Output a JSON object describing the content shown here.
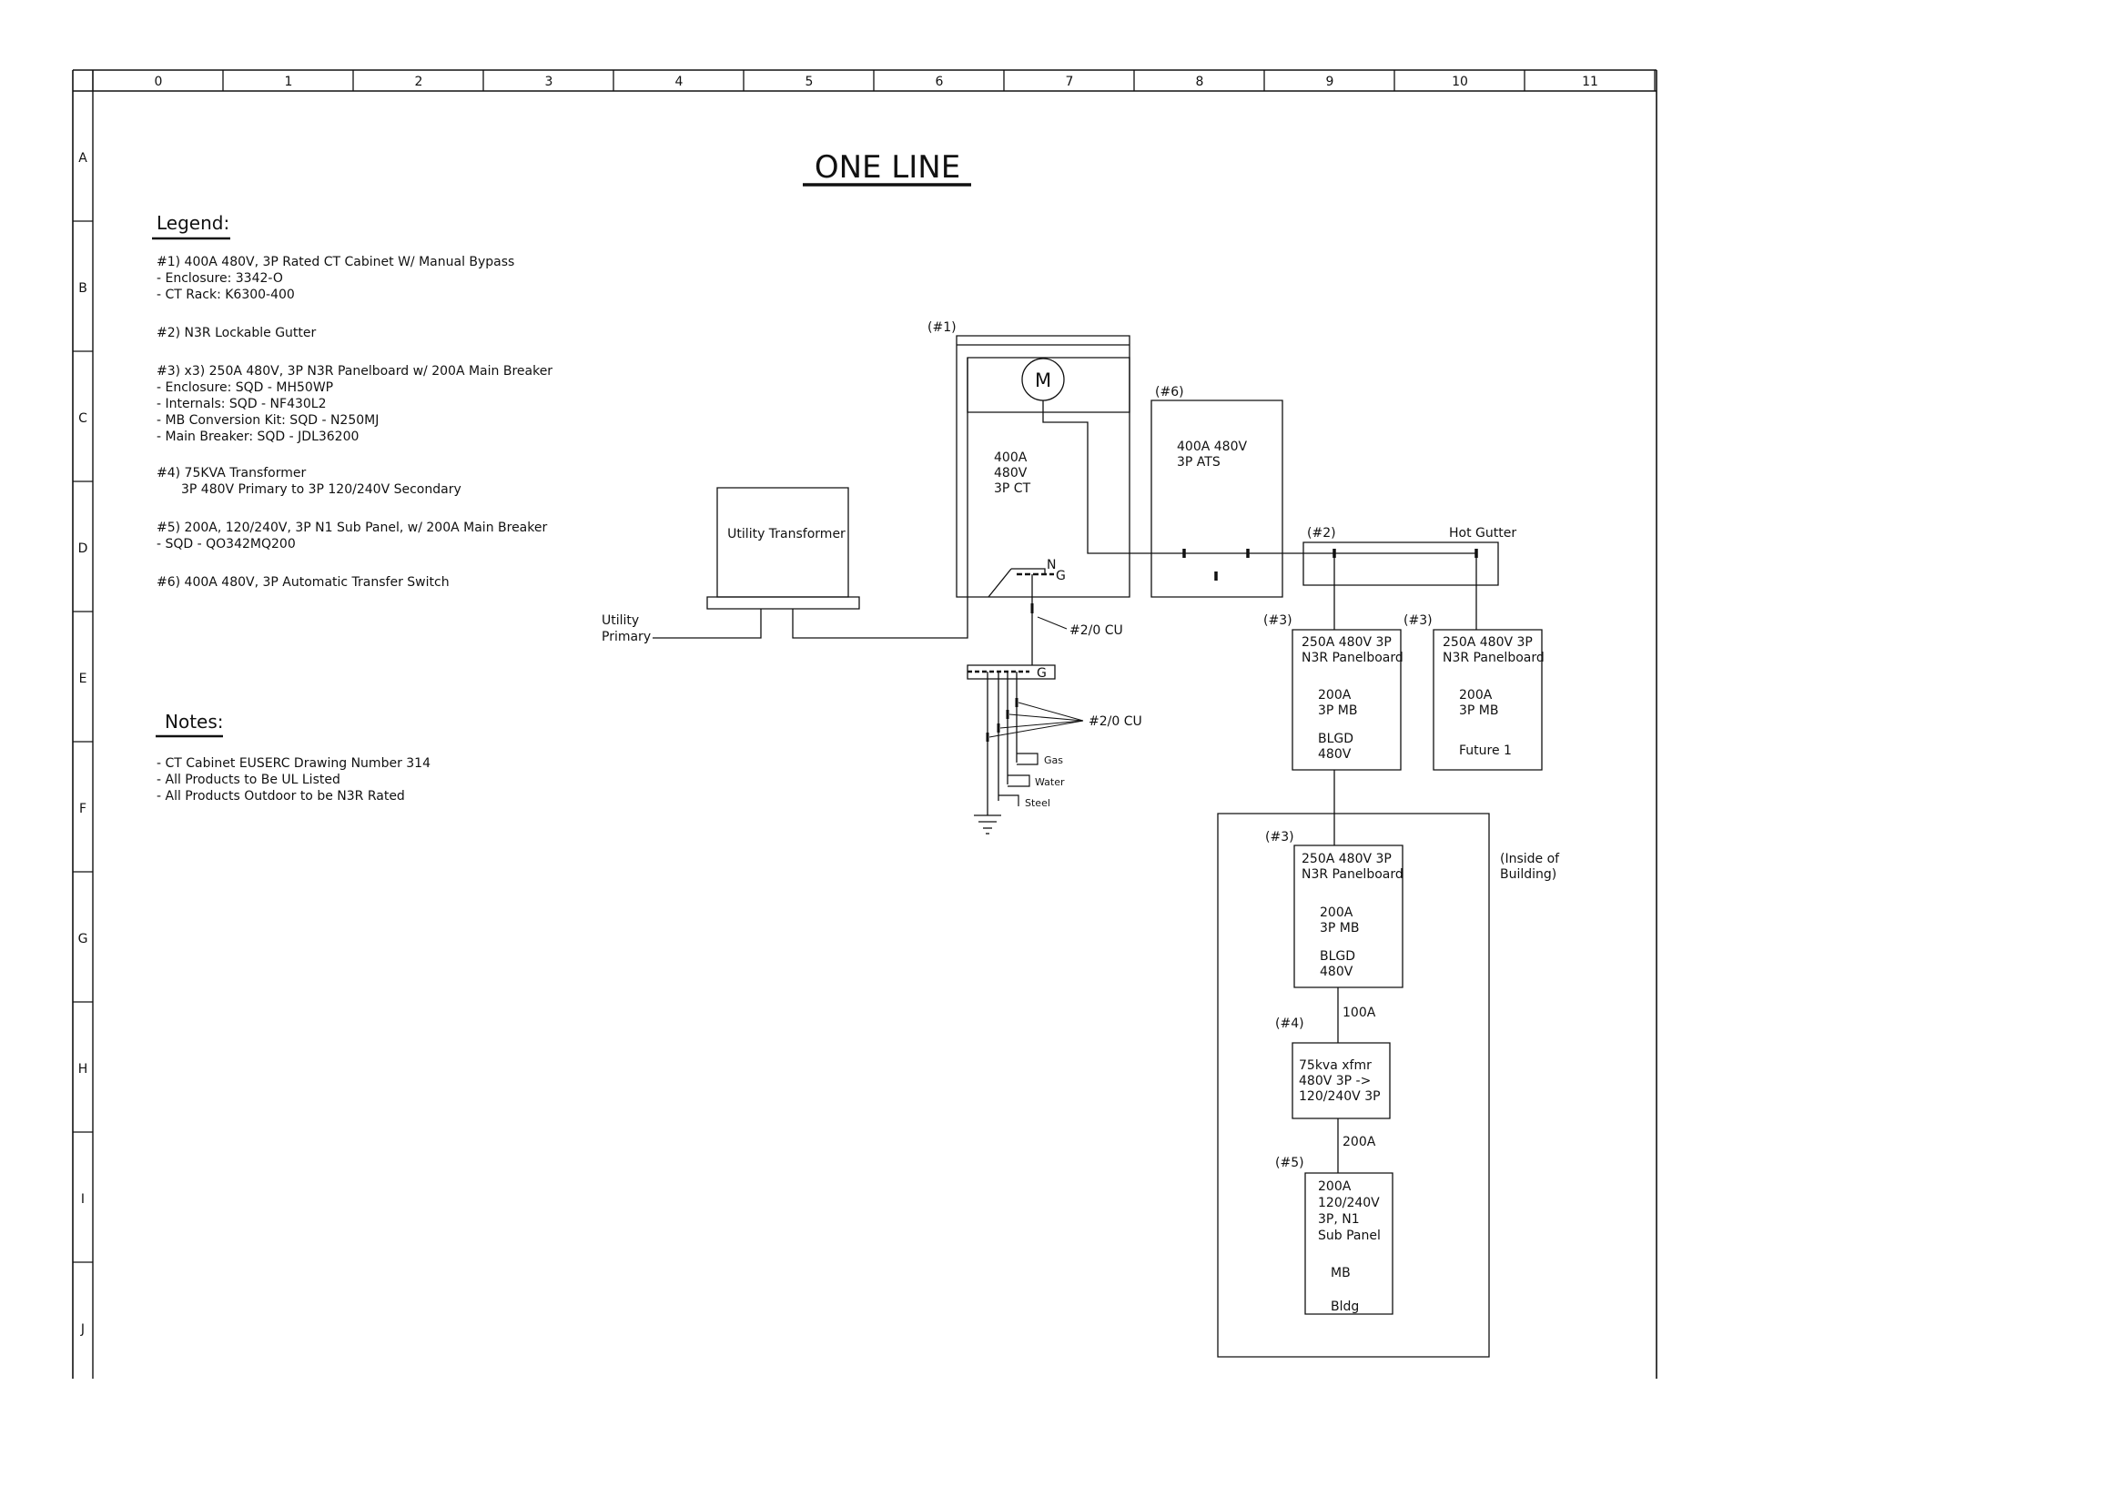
{
  "frame": {
    "columns": [
      "0",
      "1",
      "2",
      "3",
      "4",
      "5",
      "6",
      "7",
      "8",
      "9",
      "10",
      "11"
    ],
    "rows": [
      "A",
      "B",
      "C",
      "D",
      "E",
      "F",
      "G",
      "H",
      "I",
      "J"
    ]
  },
  "title": "ONE LINE",
  "legend": {
    "heading": "Legend:",
    "lines": [
      "#1) 400A 480V, 3P Rated CT Cabinet W/ Manual Bypass",
      "- Enclosure: 3342-O",
      "- CT Rack: K6300-400",
      "#2) N3R Lockable Gutter",
      "#3) x3) 250A 480V, 3P N3R Panelboard w/ 200A Main Breaker",
      "- Enclosure: SQD - MH50WP",
      "- Internals: SQD - NF430L2",
      "- MB Conversion Kit: SQD - N250MJ",
      "- Main Breaker: SQD - JDL36200",
      "#4) 75KVA Transformer",
      "3P 480V Primary to 3P 120/240V Secondary",
      "#5) 200A, 120/240V, 3P N1 Sub Panel, w/ 200A Main Breaker",
      "- SQD - QO342MQ200",
      "#6) 400A 480V, 3P Automatic Transfer Switch"
    ]
  },
  "notes": {
    "heading": "Notes:",
    "lines": [
      "- CT Cabinet EUSERC Drawing Number 314",
      "- All Products to Be UL Listed",
      "- All Products Outdoor to be N3R Rated"
    ]
  },
  "diagram": {
    "utility_primary": [
      "Utility",
      "Primary"
    ],
    "utility_transformer": "Utility Transformer",
    "ct_cabinet": {
      "tag": "(#1)",
      "meter": "M",
      "lines": [
        "400A",
        "480V",
        "3P CT"
      ],
      "neutral": "N",
      "ground": "G"
    },
    "ats": {
      "tag": "(#6)",
      "lines": [
        "400A 480V",
        "3P ATS"
      ]
    },
    "gutter": {
      "tag": "(#2)",
      "label": "Hot Gutter"
    },
    "grounding": {
      "bar_label": "G",
      "conductor_top": "#2/0 CU",
      "conductor_electrodes": "#2/0 CU",
      "electrodes": [
        "Gas",
        "Water",
        "Steel"
      ]
    },
    "panel_outdoor_blgd": {
      "tag": "(#3)",
      "lines": [
        "250A 480V 3P",
        "N3R Panelboard"
      ],
      "mb": [
        "200A",
        "3P MB"
      ],
      "load": [
        "BLGD",
        "480V"
      ]
    },
    "panel_outdoor_future": {
      "tag": "(#3)",
      "lines": [
        "250A 480V 3P",
        "N3R Panelboard"
      ],
      "mb": [
        "200A",
        "3P MB"
      ],
      "load": [
        "Future 1"
      ]
    },
    "building": {
      "label": [
        "(Inside of",
        "Building)"
      ],
      "panel": {
        "tag": "(#3)",
        "lines": [
          "250A 480V 3P",
          "N3R Panelboard"
        ],
        "mb": [
          "200A",
          "3P MB"
        ],
        "load": [
          "BLGD",
          "480V"
        ]
      },
      "feeder_100": "100A",
      "transformer": {
        "tag": "(#4)",
        "lines": [
          "75kva xfmr",
          "480V 3P ->",
          "120/240V 3P"
        ]
      },
      "feeder_200": "200A",
      "subpanel": {
        "tag": "(#5)",
        "lines": [
          "200A",
          "120/240V",
          "3P, N1",
          "Sub Panel"
        ],
        "mb": "MB",
        "load": "Bldg"
      }
    }
  }
}
